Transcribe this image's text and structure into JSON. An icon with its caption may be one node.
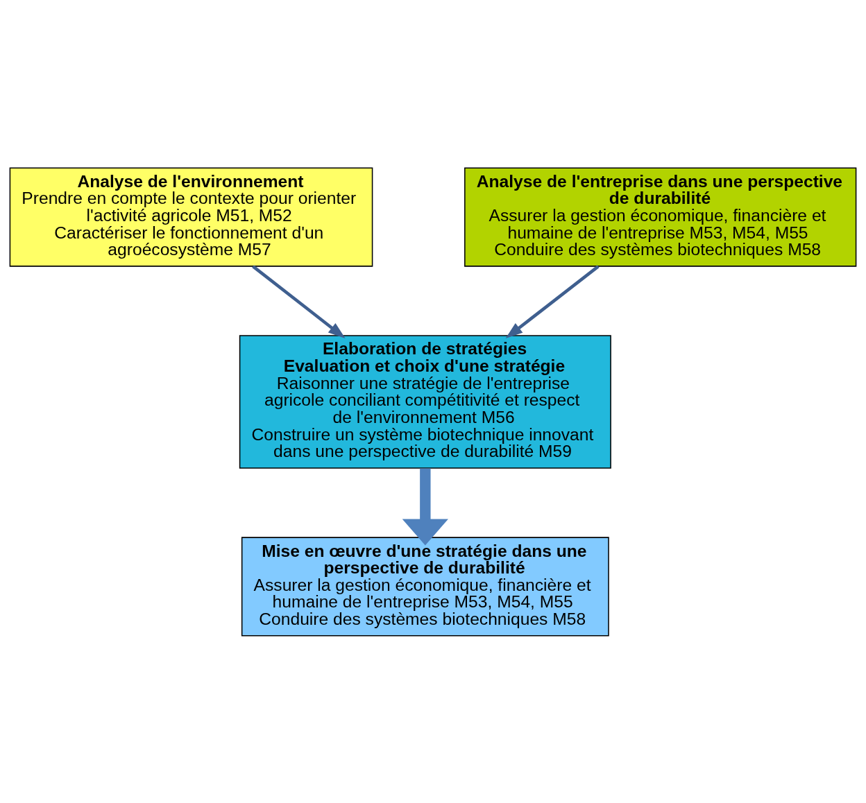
{
  "diagram": {
    "nodes": [
      {
        "text": [
          "Analyse de l'environnement",
          "Prendre en compte le contexte pour orienter l'activité agricole M51, M52",
          "Caractériser le fonctionnement d'un agroécosystème M57"
        ]
      },
      {
        "text": [
          "Analyse de l'entreprise dans une perspective de durabilité",
          "Assurer la gestion économique, financière et humaine de l'entreprise M53, M54, M55",
          "Conduire des systèmes biotechniques M58"
        ]
      },
      {
        "text": [
          "Elaboration de stratégies",
          "Evaluation et choix d'une stratégie",
          "Raisonner une stratégie de l'entreprise agricole conciliant compétitivité et respect de l'environnement M56",
          "Construire un système biotechnique innovant dans une perspective de durabilité M59"
        ]
      },
      {
        "text": [
          "Mise en œuvre d'une stratégie dans une perspective de durabilité",
          "Assurer la gestion économique, financière et humaine de l'entreprise M53, M54, M55",
          "Conduire des systèmes biotechniques M58"
        ]
      }
    ],
    "edges": [
      {
        "from": 0,
        "to": 2,
        "arrow": "to"
      },
      {
        "from": 1,
        "to": 2,
        "arrow": "to"
      },
      {
        "from": 2,
        "to": 3,
        "arrow": "to",
        "style": "thick",
        "color": "#4f81bd"
      }
    ]
  }
}
